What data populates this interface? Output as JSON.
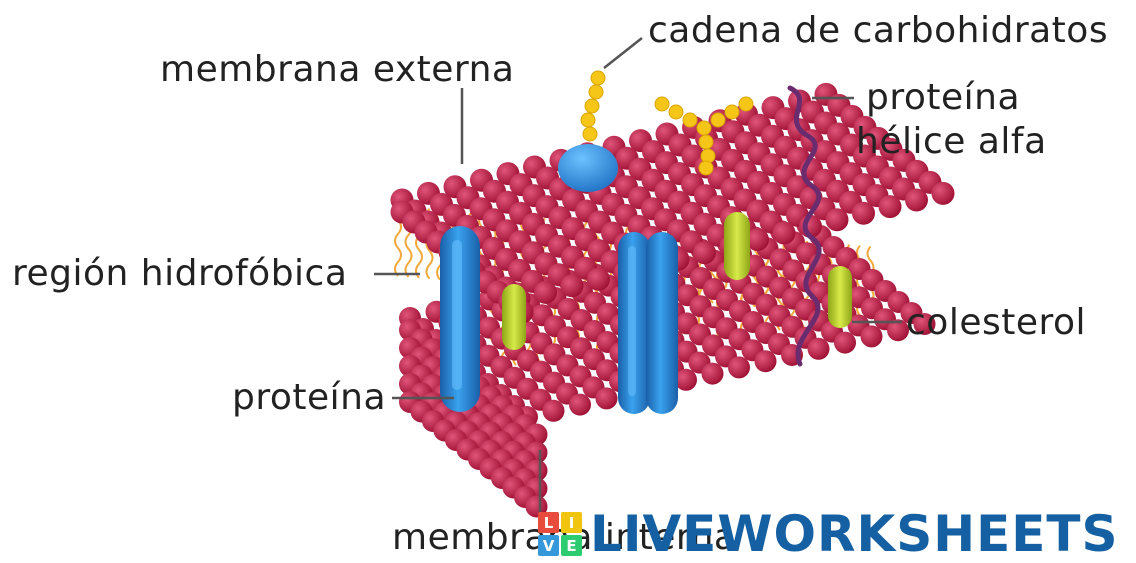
{
  "labels": {
    "carbohydrate_chain": "cadena de carbohidratos",
    "outer_membrane": "membrana externa",
    "alpha_helix_line1": "proteína",
    "alpha_helix_line2": "hélice alfa",
    "hydrophobic_region": "región hidrofóbica",
    "cholesterol": "colesterol",
    "protein": "proteína",
    "inner_membrane": "membrana interna"
  },
  "watermark": {
    "logo_letters": [
      "L",
      "I",
      "V",
      "E"
    ],
    "text": "LIVEWORKSHEETS"
  },
  "colors": {
    "phospholipid_head": "#b8173f",
    "phospholipid_highlight": "#e0557a",
    "lipid_tail": "#f2a93b",
    "channel_protein": "#2e8fe0",
    "channel_protein_dark": "#1a5fa8",
    "peripheral_protein": "#3a9de6",
    "carbohydrate": "#f5c518",
    "cholesterol": "#b9d22a",
    "alpha_helix": "#6a2c6e",
    "leader_line": "#555555",
    "watermark_blue": "#1560a3",
    "logo_red": "#e74c3c",
    "logo_yellow": "#f1c40f",
    "logo_blue": "#3498db",
    "logo_green": "#2ecc71"
  }
}
